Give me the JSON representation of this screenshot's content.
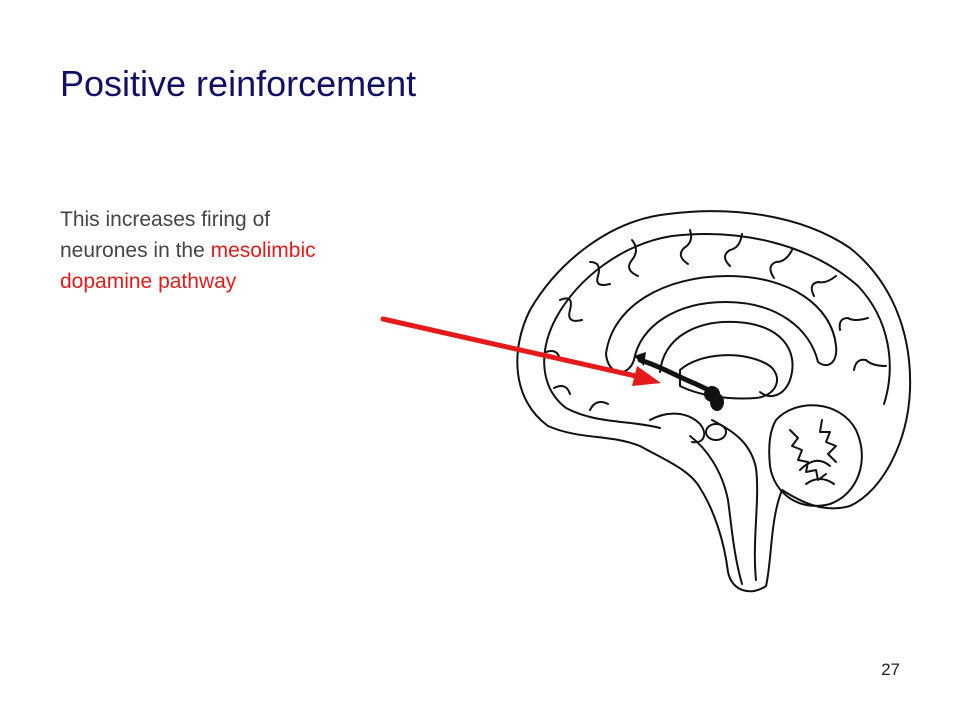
{
  "slide": {
    "title": "Positive reinforcement",
    "body": {
      "line1": "This increases firing of",
      "line2_prefix": "neurones in the ",
      "line2_highlight": "mesolimbic",
      "line3_highlight": "dopamine pathway"
    },
    "page_number": "27"
  },
  "colors": {
    "title": "#101066",
    "body_text": "#444444",
    "highlight": "#e51a1a",
    "arrow": "#e51a1a",
    "outline": "#111111"
  },
  "illustration": {
    "icons": [
      "brain-sagittal-illustration",
      "red-arrow-icon",
      "dopamine-pathway-marker"
    ]
  }
}
